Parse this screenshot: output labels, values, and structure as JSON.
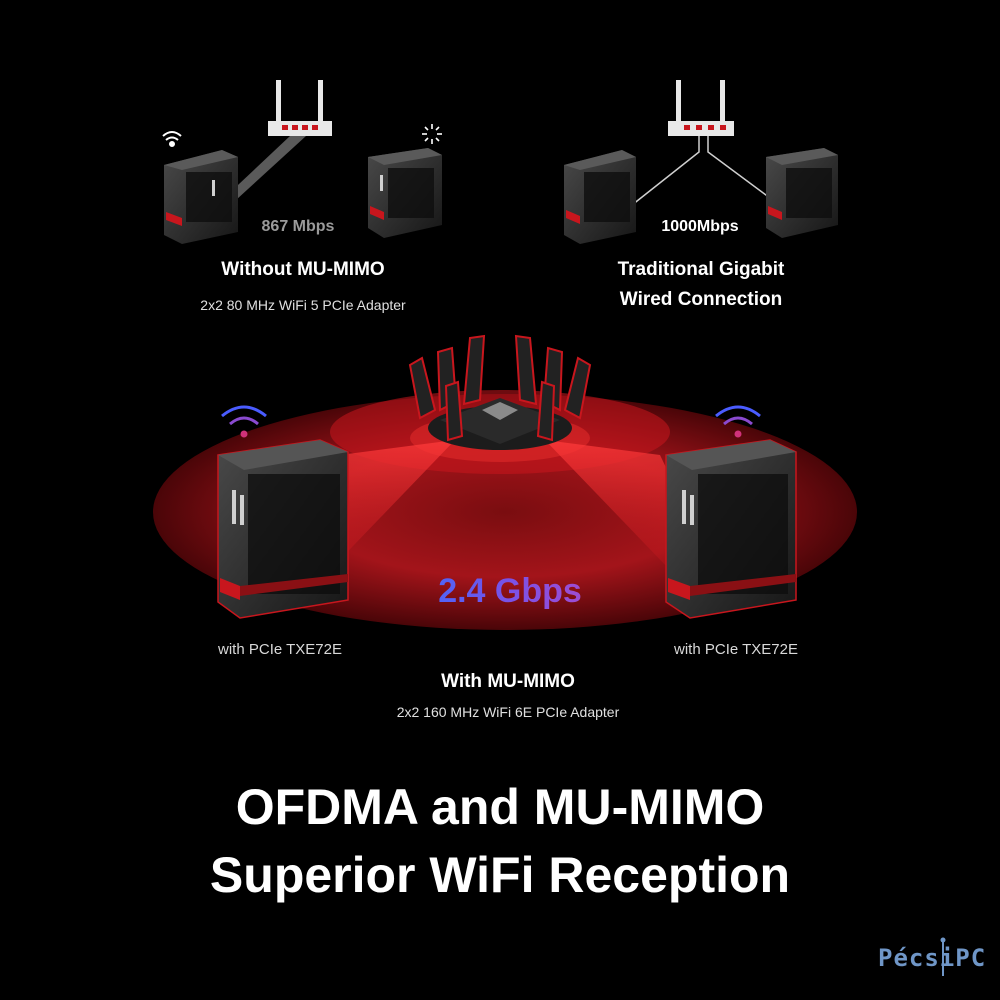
{
  "top_left": {
    "speed": "867 Mbps",
    "heading": "Without MU-MIMO",
    "subheading": "2x2 80 MHz WiFi 5 PCIe Adapter"
  },
  "top_right": {
    "speed": "1000Mbps",
    "heading_line1": "Traditional Gigabit",
    "heading_line2": "Wired Connection"
  },
  "bottom": {
    "speed": "2.4 Gbps",
    "left_pc_label": "with PCIe TXE72E",
    "right_pc_label": "with PCIe TXE72E",
    "heading": "With MU-MIMO",
    "subheading": "2x2 160 MHz WiFi 6E PCIe Adapter"
  },
  "headline": {
    "line1": "OFDMA and MU-MIMO",
    "line2": "Superior WiFi Reception"
  },
  "brand": {
    "name": "PécsiPC"
  },
  "colors": {
    "accent_red": "#c8161d",
    "wifi_blue": "#4a5cff",
    "wifi_magenta": "#d0327a",
    "brand_blue": "#6f96c7"
  }
}
